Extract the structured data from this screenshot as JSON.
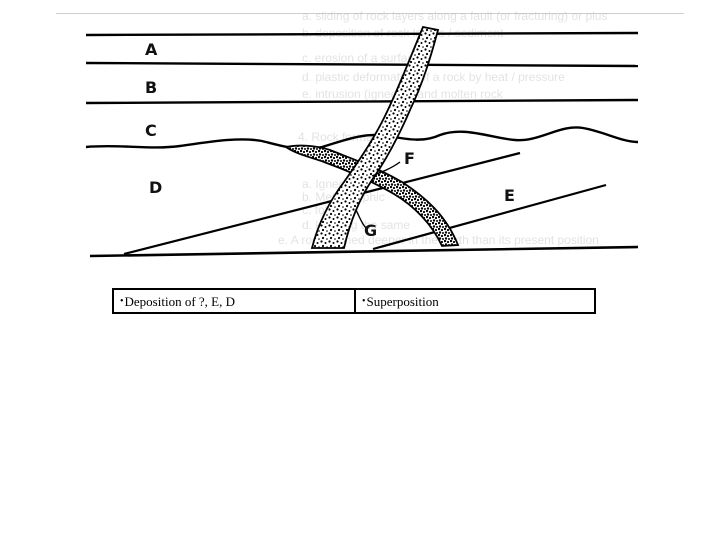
{
  "diagram": {
    "layer_labels": {
      "A": "A",
      "B": "B",
      "C": "C",
      "D": "D",
      "E": "E",
      "F": "F",
      "G": "G"
    }
  },
  "faded_background_lines": [
    "a. sliding of rock layers along a fault (or fracturing) or plus",
    "b. deposition of rock layers / sediment",
    "c. erosion of a surface",
    "d. plastic deformation of a rock by heat / pressure",
    "e. intrusion (igneous) and molten rock",
    "4. Rock formation",
    "a. Igneous",
    "b. Metamorphic",
    "c. folding",
    "d. keeping the same",
    "e. A rock formed deeper in the earth than its present position"
  ],
  "answer_table": {
    "bullet": "•",
    "left_cell": "Deposition of ?, E, D",
    "right_cell": "Superposition"
  }
}
